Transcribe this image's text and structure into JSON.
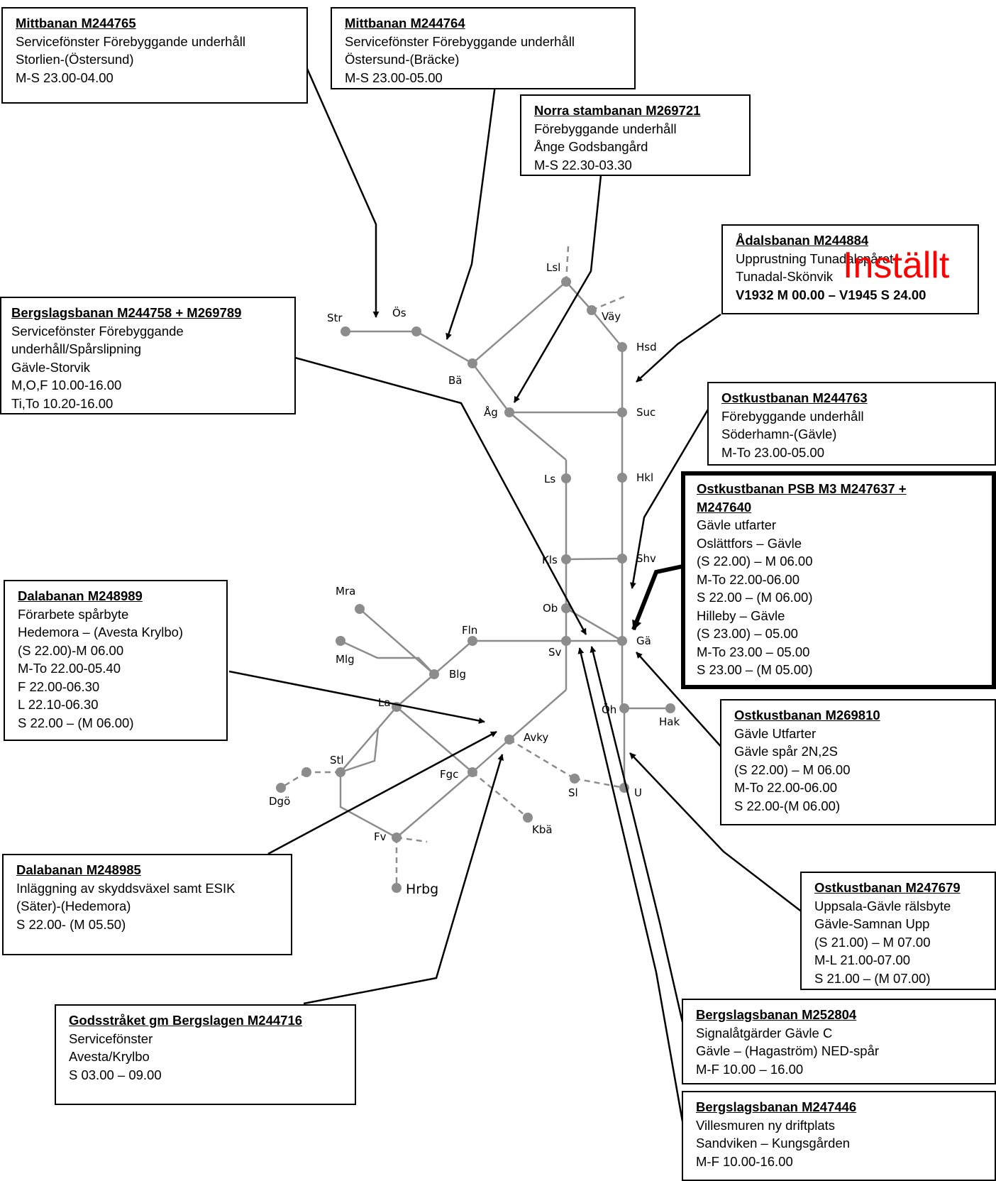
{
  "stations": {
    "str": "Str",
    "os": "Ös",
    "ba": "Bä",
    "lsl": "Lsl",
    "vay": "Väy",
    "hsd": "Hsd",
    "ag": "Åg",
    "suc": "Suc",
    "ls": "Ls",
    "hkl": "Hkl",
    "kls": "Kls",
    "shv": "Shv",
    "ob": "Ob",
    "sv": "Sv",
    "ga": "Gä",
    "fln": "Fln",
    "mra": "Mra",
    "mlg": "Mlg",
    "blg": "Blg",
    "la": "La",
    "avky": "Avky",
    "oh": "Öh",
    "hak": "Hak",
    "stl": "Stl",
    "dgo": "Dgö",
    "fgc": "Fgc",
    "sl": "Sl",
    "u": "U",
    "kba": "Kbä",
    "fv": "Fv",
    "hrbg": "Hrbg"
  },
  "boxes": {
    "mittbanan_765": {
      "title": "Mittbanan M244765",
      "lines": [
        "Servicefönster Förebyggande underhåll",
        "Storlien-(Östersund)",
        "M-S 23.00-04.00"
      ]
    },
    "mittbanan_764": {
      "title": "Mittbanan M244764",
      "lines": [
        "Servicefönster Förebyggande underhåll",
        "Östersund-(Bräcke)",
        "M-S 23.00-05.00"
      ]
    },
    "norra_stambanan": {
      "title": "Norra stambanan M269721",
      "lines": [
        "Förebyggande underhåll",
        "Ånge Godsbangård",
        "M-S 22.30-03.30"
      ]
    },
    "adalsbanan": {
      "title": "Ådalsbanan M244884",
      "lines": [
        "Upprustning Tunadalspåret",
        "Tunadal-Skönvik"
      ],
      "bold_line": "V1932 M 00.00 – V1945 S 24.00",
      "stamp": "Inställt"
    },
    "bergslagsbanan_758": {
      "title": "Bergslagsbanan M244758 + M269789",
      "lines": [
        "Servicefönster Förebyggande",
        "underhåll/Spårslipning",
        "Gävle-Storvik",
        "M,O,F 10.00-16.00",
        "Ti,To 10.20-16.00"
      ]
    },
    "ostkustbanan_763": {
      "title": "Ostkustbanan M244763",
      "lines": [
        "Förebyggande underhåll",
        "Söderhamn-(Gävle)",
        "M-To 23.00-05.00"
      ]
    },
    "ostkustbanan_psb": {
      "title": "Ostkustbanan PSB M3 M247637 + M247640",
      "lines": [
        "Gävle utfarter",
        "Oslättfors – Gävle",
        "(S 22.00) – M 06.00",
        "M-To 22.00-06.00",
        "S 22.00 – (M 06.00)",
        "Hilleby – Gävle",
        "(S 23.00) – 05.00",
        "M-To 23.00 – 05.00",
        "S 23.00 – (M 05.00)"
      ]
    },
    "dalabanan_989": {
      "title": "Dalabanan M248989",
      "lines": [
        "Förarbete spårbyte",
        "Hedemora – (Avesta Krylbo)",
        "(S 22.00)-M 06.00",
        "M-To 22.00-05.40",
        "F 22.00-06.30",
        "L 22.10-06.30",
        "S 22.00 – (M 06.00)"
      ]
    },
    "ostkustbanan_810": {
      "title": "Ostkustbanan M269810",
      "lines": [
        "Gävle Utfarter",
        "Gävle spår 2N,2S",
        "(S 22.00) – M 06.00",
        "M-To 22.00-06.00",
        "S 22.00-(M 06.00)"
      ]
    },
    "dalabanan_985": {
      "title": "Dalabanan M248985",
      "lines": [
        "Inläggning av skyddsväxel samt ESIK",
        "(Säter)-(Hedemora)",
        "S 22.00- (M 05.50)"
      ]
    },
    "ostkustbanan_679": {
      "title": "Ostkustbanan M247679",
      "lines": [
        "Uppsala-Gävle rälsbyte",
        "Gävle-Samnan Upp",
        "(S 21.00) – M 07.00",
        "M-L 21.00-07.00",
        "S 21.00 – (M 07.00)"
      ]
    },
    "godsstraket": {
      "title": "Godsstråket gm Bergslagen M244716",
      "lines": [
        "Servicefönster",
        "Avesta/Krylbo",
        "S 03.00 – 09.00"
      ]
    },
    "bergslagsbanan_804": {
      "title": "Bergslagsbanan M252804",
      "lines": [
        "Signalåtgärder Gävle C",
        "Gävle – (Hagaström) NED-spår",
        "M-F 10.00 – 16.00"
      ]
    },
    "bergslagsbanan_446": {
      "title": "Bergslagsbanan M247446",
      "lines": [
        "Villesmuren ny driftplats",
        "Sandviken – Kungsgården",
        "M-F 10.00-16.00"
      ]
    }
  },
  "colors": {
    "track": "#8c8c8c",
    "station": "#8c8c8c",
    "arrow": "#000000",
    "stamp": "#ff0000"
  }
}
